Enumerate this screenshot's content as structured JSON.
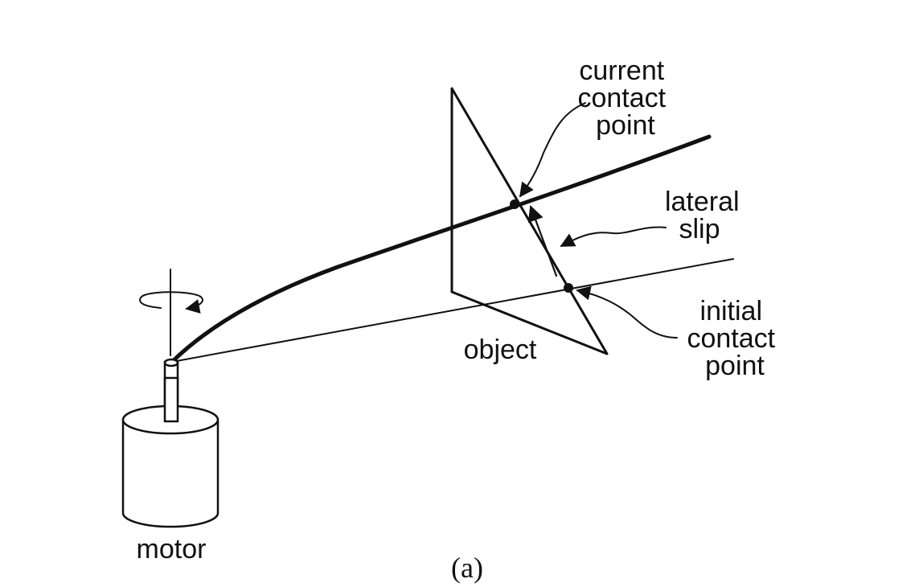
{
  "diagram": {
    "labels": {
      "current_contact": [
        "current",
        "contact",
        "point"
      ],
      "lateral_slip": [
        "lateral",
        "slip"
      ],
      "initial_contact": [
        "initial",
        "contact",
        "point"
      ],
      "object": "object",
      "motor": "motor",
      "caption": "(a)"
    },
    "ink_color": "#111111",
    "icons": [
      "rotation-arrow-icon"
    ]
  }
}
